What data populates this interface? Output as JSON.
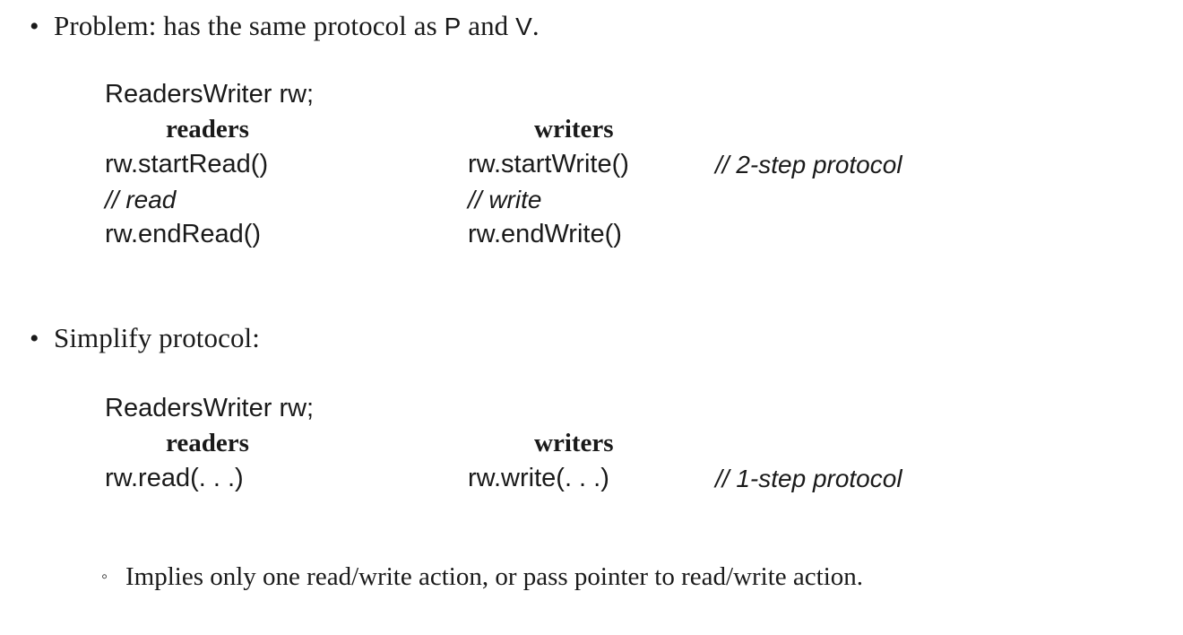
{
  "slide": {
    "background_color": "#ffffff",
    "text_color": "#1a1a1a",
    "bullet_glyph": "•",
    "sub_bullet_glyph": "◦"
  },
  "bullets": [
    {
      "id": "problem",
      "text_before": "Problem: has the same protocol as ",
      "code_a": "P",
      "text_middle": " and ",
      "code_b": "V",
      "text_after": "."
    },
    {
      "id": "simplify",
      "text": "Simplify protocol:"
    }
  ],
  "code_blocks": [
    {
      "id": "two-step",
      "declaration": "ReadersWriter rw;",
      "header_left": "readers",
      "header_right": "writers",
      "rows": [
        {
          "left": "rw.startRead()",
          "right": "rw.startWrite()",
          "comment": "// 2-step protocol"
        },
        {
          "left": "// read",
          "right": "// write",
          "comment": ""
        },
        {
          "left": "rw.endRead()",
          "right": "rw.endWrite()",
          "comment": ""
        }
      ]
    },
    {
      "id": "one-step",
      "declaration": "ReadersWriter rw;",
      "header_left": "readers",
      "header_right": "writers",
      "rows": [
        {
          "left": "rw.read(. . .)",
          "right": "rw.write(. . .)",
          "comment": "// 1-step protocol"
        }
      ]
    }
  ],
  "sub_bullets": [
    {
      "id": "implies",
      "text": "Implies only one read/write action, or pass pointer to read/write action."
    }
  ]
}
